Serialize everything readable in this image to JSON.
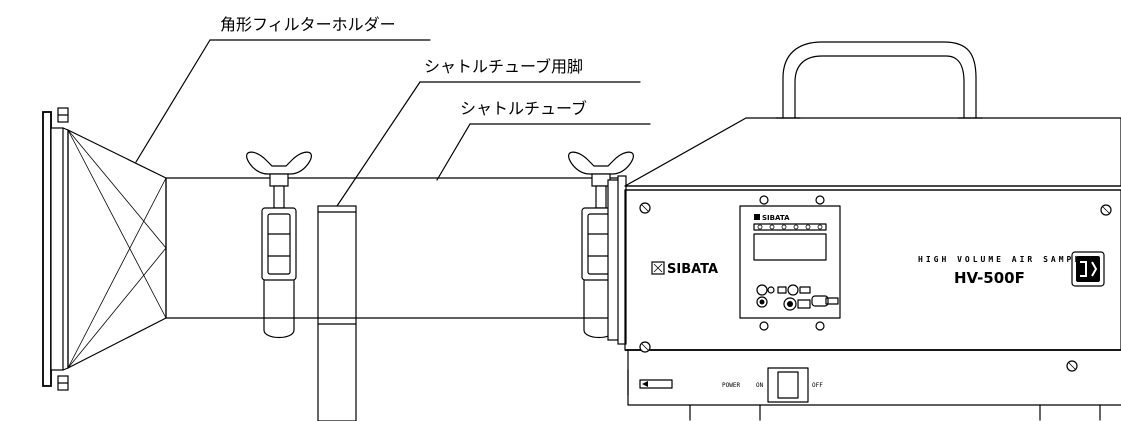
{
  "callouts": {
    "filter_holder": "角形フィルターホルダー",
    "tube_leg": "シャトルチューブ用脚",
    "tube": "シャトルチューブ"
  },
  "device": {
    "brand": "SIBATA",
    "panel_brand": "SIBATA",
    "product_line": "HIGH VOLUME AIR SAMPLER",
    "model": "HV-500F",
    "switch_on": "ON",
    "switch_off": "OFF",
    "switch_prefix": "POWER"
  }
}
